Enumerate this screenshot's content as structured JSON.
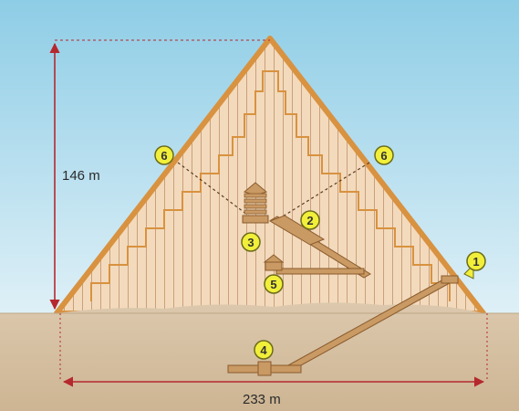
{
  "dimensions": {
    "height": "146 m",
    "base": "233 m"
  },
  "markers": [
    {
      "id": "1",
      "label": "1"
    },
    {
      "id": "2",
      "label": "2"
    },
    {
      "id": "3",
      "label": "3"
    },
    {
      "id": "4",
      "label": "4"
    },
    {
      "id": "5",
      "label": "5"
    },
    {
      "id": "6a",
      "label": "6"
    },
    {
      "id": "6b",
      "label": "6"
    }
  ],
  "colors": {
    "sky_top": "#8ecde6",
    "sky_bottom": "#dff0f7",
    "pyramid_face": "#f1d2b1",
    "pyramid_edge": "#d89240",
    "ground": "#d9c5ac",
    "passage": "#c99a63",
    "marker_fill": "#f1ef3a",
    "dimension_line": "#b5282e"
  }
}
